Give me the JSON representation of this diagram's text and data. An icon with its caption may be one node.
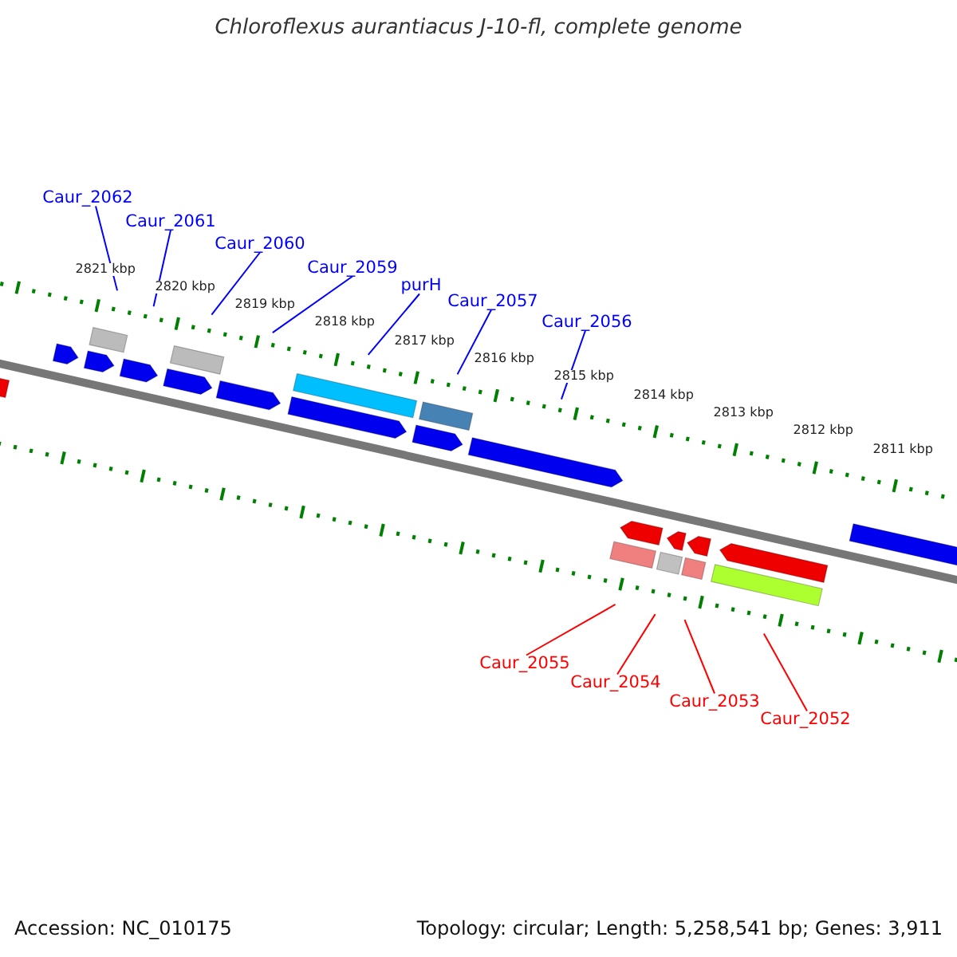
{
  "diagram": {
    "title": "Chloroflexus aurantiacus J-10-fl, complete genome",
    "nodes": [
      {
        "text": [
          "Caur_2062"
        ]
      },
      {
        "text": [
          "Caur_2061"
        ]
      },
      {
        "text": [
          "Caur_2060"
        ]
      },
      {
        "text": [
          "Caur_2059"
        ]
      },
      {
        "text": [
          "purH"
        ]
      },
      {
        "text": [
          "Caur_2057"
        ]
      },
      {
        "text": [
          "Caur_2056"
        ]
      },
      {
        "text": [
          "Caur_2055"
        ]
      },
      {
        "text": [
          "Caur_2054"
        ]
      },
      {
        "text": [
          "Caur_2053"
        ]
      },
      {
        "text": [
          "Caur_2052"
        ]
      }
    ],
    "edges": [
      {
        "from": 0,
        "to": null,
        "arrow": "none",
        "color": "#0000ff"
      },
      {
        "from": 1,
        "to": null,
        "arrow": "none",
        "color": "#0000ff"
      },
      {
        "from": 2,
        "to": null,
        "arrow": "none",
        "color": "#0000ff"
      },
      {
        "from": 3,
        "to": null,
        "arrow": "none",
        "color": "#0000ff"
      },
      {
        "from": 4,
        "to": null,
        "arrow": "none",
        "color": "#0000ff"
      },
      {
        "from": 5,
        "to": null,
        "arrow": "none",
        "color": "#0000ff"
      },
      {
        "from": 6,
        "to": null,
        "arrow": "none",
        "color": "#0000ff"
      },
      {
        "from": 7,
        "to": null,
        "arrow": "none",
        "color": "#ff0000"
      },
      {
        "from": 8,
        "to": null,
        "arrow": "none",
        "color": "#ff0000"
      },
      {
        "from": 9,
        "to": null,
        "arrow": "none",
        "color": "#ff0000"
      },
      {
        "from": 10,
        "to": null,
        "arrow": "none",
        "color": "#ff0000"
      }
    ],
    "labels": [
      "2821 kbp",
      "2820 kbp",
      "2819 kbp",
      "2818 kbp",
      "2817 kbp",
      "2816 kbp",
      "2815 kbp",
      "2814 kbp",
      "2813 kbp",
      "2812 kbp",
      "2811 kbp",
      "Accession: NC_010175",
      "Topology: circular; Length: 5,258,541 bp; Genes: 3,911"
    ]
  }
}
